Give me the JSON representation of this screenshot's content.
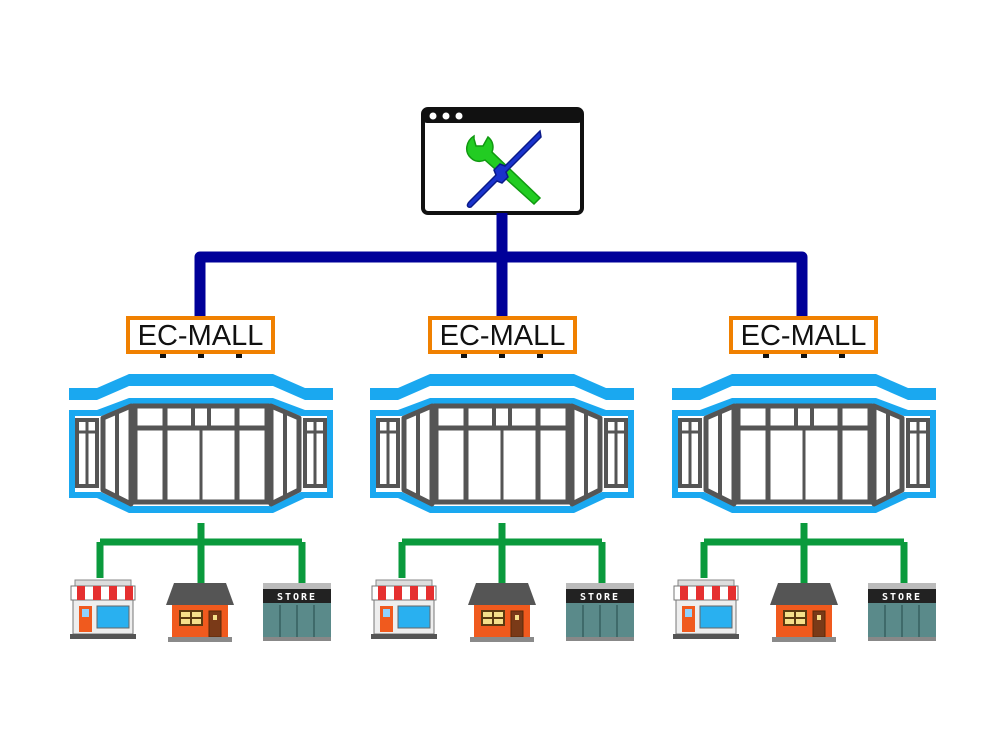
{
  "colors": {
    "admin_link": "#000099",
    "store_link": "#0a9a3c",
    "mall_label_border": "#f08000",
    "mall_blue": "#1aa8f0",
    "mall_frame": "#555555",
    "wrench": "#22cc22",
    "screwdriver": "#1a33cc"
  },
  "admin_panel": {
    "icon": "wrench-screwdriver-icon"
  },
  "malls": [
    {
      "label": "EC-MALL",
      "stores": [
        {
          "type": "awning-shop"
        },
        {
          "type": "house-shop"
        },
        {
          "type": "store",
          "sign": "STORE"
        }
      ]
    },
    {
      "label": "EC-MALL",
      "stores": [
        {
          "type": "awning-shop"
        },
        {
          "type": "house-shop"
        },
        {
          "type": "store",
          "sign": "STORE"
        }
      ]
    },
    {
      "label": "EC-MALL",
      "stores": [
        {
          "type": "awning-shop"
        },
        {
          "type": "house-shop"
        },
        {
          "type": "store",
          "sign": "STORE"
        }
      ]
    }
  ]
}
